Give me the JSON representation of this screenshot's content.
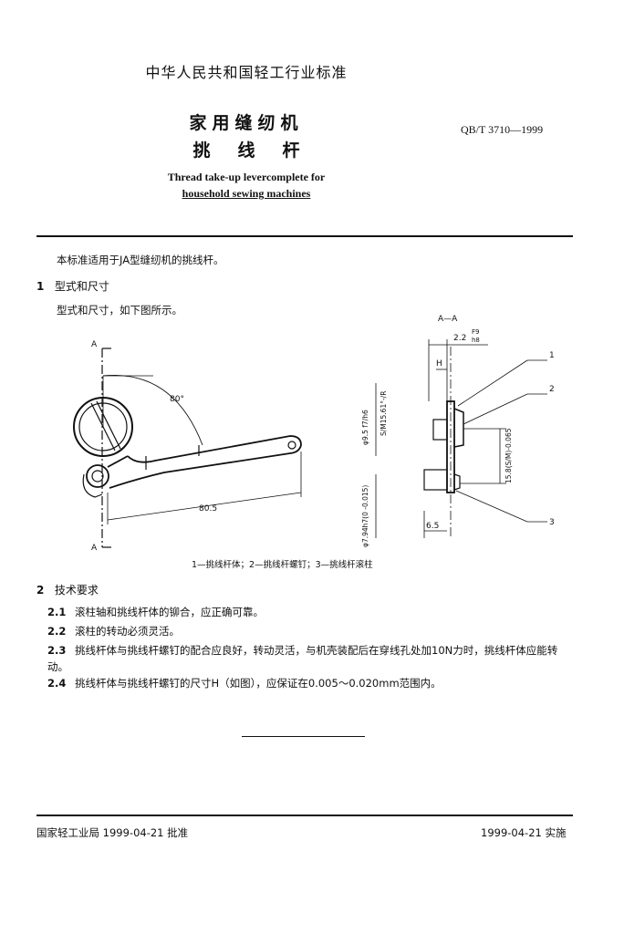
{
  "header": {
    "standard_category": "中华人民共和国轻工行业标准",
    "title_line1": "家用缝纫机",
    "title_line2": "挑线杆",
    "standard_code": "QB/T 3710—1999",
    "english_line1": "Thread take-up levercomplete for",
    "english_line2": "household sewing machines"
  },
  "body": {
    "scope": "本标准适用于JA型缝纫机的挑线杆。",
    "section1": {
      "number": "1",
      "title": "型式和尺寸",
      "text": "型式和尺寸，如下图所示。"
    },
    "figure": {
      "section_label_left": "A",
      "section_label_right": "A—A",
      "angle": "80°",
      "length": "80.5",
      "dim_top": "2.2",
      "dim_fit_top": "F9",
      "dim_fit_bot": "h8",
      "dim_gap": "H",
      "dim_bottom": "6.5",
      "dim_left_upper": "φ9.5 f7/h6",
      "dim_left_upper2": "S/M15.61°-/R",
      "dim_left_lower": "φ7.94h7(0 -0.015)",
      "dim_right": "15.8(S/M)-0.065",
      "callout1": "1",
      "callout2": "2",
      "callout3": "3",
      "caption": "1—挑线杆体；2—挑线杆螺钉；3—挑线杆滚柱"
    },
    "section2": {
      "number": "2",
      "title": "技术要求",
      "items": [
        {
          "num": "2.1",
          "text": "滚柱轴和挑线杆体的铆合，应正确可靠。"
        },
        {
          "num": "2.2",
          "text": "滚柱的转动必须灵活。"
        },
        {
          "num": "2.3",
          "text": "挑线杆体与挑线杆螺钉的配合应良好，转动灵活，与机壳装配后在穿线孔处加10N力时，挑线杆体应能转动。"
        },
        {
          "num": "2.4",
          "text": "挑线杆体与挑线杆螺钉的尺寸H（如图），应保证在0.005～0.020mm范围内。"
        }
      ]
    }
  },
  "footer": {
    "approval": "国家轻工业局 1999-04-21 批准",
    "implementation": "1999-04-21 实施"
  }
}
